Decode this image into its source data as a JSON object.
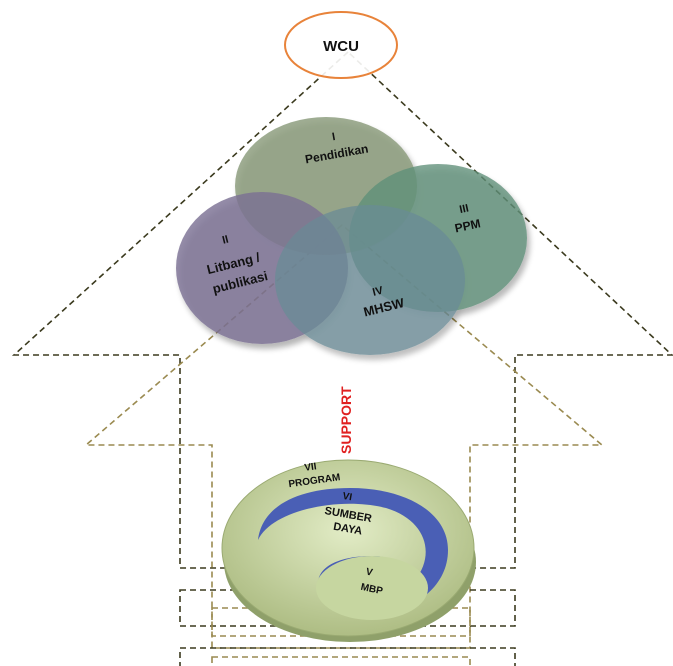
{
  "top": {
    "label": "WCU"
  },
  "circles": [
    {
      "id": "pendidikan",
      "numeral": "I",
      "name": "Pendidikan",
      "color": "#8a9b7a"
    },
    {
      "id": "ppm",
      "numeral": "III",
      "name": "PPM",
      "color": "#5f8f78"
    },
    {
      "id": "litbang",
      "numeral": "II",
      "name_line1": "Litbang /",
      "name_line2": "publikasi",
      "color": "#7d7294"
    },
    {
      "id": "mhsw",
      "numeral": "IV",
      "name": "MHSW",
      "color": "#6a8a95"
    }
  ],
  "support": {
    "label": "SUPPORT",
    "color": "#e02020"
  },
  "bowl": {
    "outer": {
      "numeral": "VII",
      "name": "PROGRAM",
      "color": "#c6d6a0"
    },
    "middle": {
      "numeral": "VI",
      "name_line1": "SUMBER",
      "name_line2": "DAYA",
      "color": "#4a5fb5"
    },
    "inner": {
      "numeral": "V",
      "name": "MBP",
      "color": "#c6d6a0"
    }
  },
  "colors": {
    "dark_dash": "#3b3a1e",
    "olive_dash": "#9a8a50",
    "wcu_ring": "#e8833a"
  }
}
